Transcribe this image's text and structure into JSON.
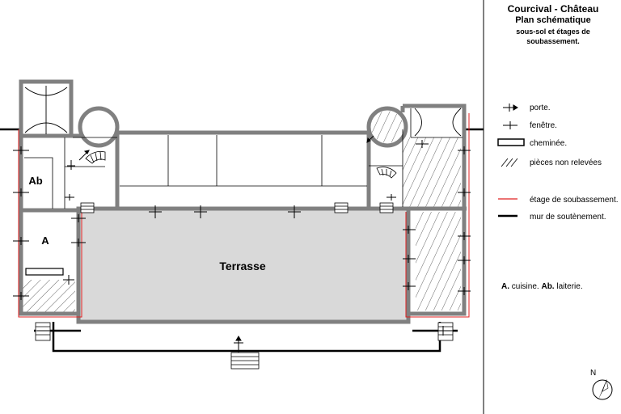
{
  "title": {
    "line1": "Courcival - Château",
    "line2": "Plan schématique",
    "line3": "sous-sol et étages de",
    "line4": "soubassement."
  },
  "labels": {
    "terrace": "Terrasse",
    "room_a": "A",
    "room_ab": "Ab",
    "north": "N"
  },
  "legend": {
    "door": "porte.",
    "window": "fenêtre.",
    "fireplace": "cheminée.",
    "unsurveyed": "pièces non relevées",
    "basement_floor": "étage de soubassement.",
    "retaining_wall": "mur de soutènement."
  },
  "notes": {
    "a_key": "A.",
    "a_text": " cuisine. ",
    "ab_key": "Ab.",
    "ab_text": " laiterie."
  },
  "colors": {
    "wall": "#808080",
    "terrace_fill": "#d9d9d9",
    "basement_red": "#e02020"
  }
}
